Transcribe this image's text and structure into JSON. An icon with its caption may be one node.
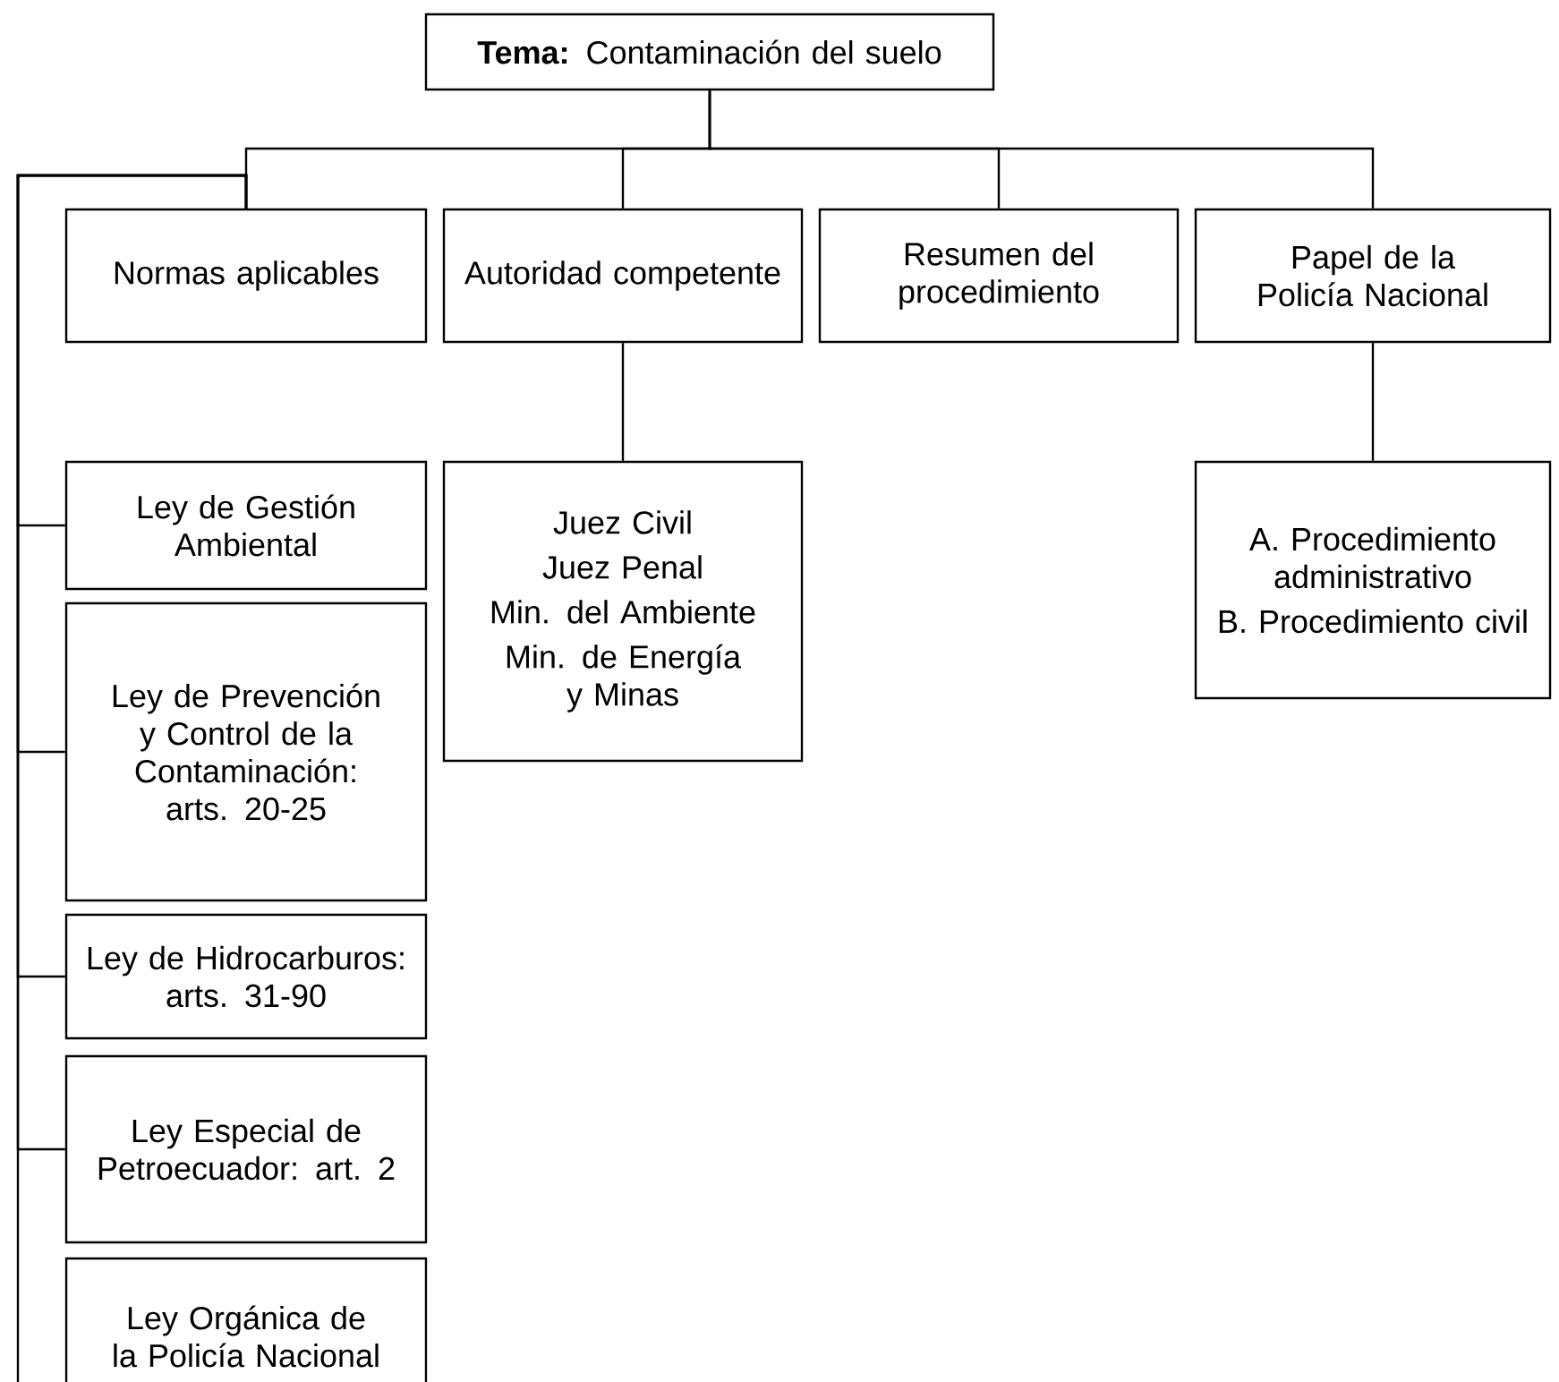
{
  "diagram": {
    "nodes": [
      {
        "text": [
          "**Tema:** Contaminación del suelo"
        ]
      },
      {
        "text": [
          "Normas aplicables"
        ]
      },
      {
        "text": [
          "Autoridad competente"
        ]
      },
      {
        "text": [
          "Resumen del procedimiento"
        ]
      },
      {
        "text": [
          "Papel de la Policía Nacional"
        ]
      },
      {
        "text": [
          "Ley de Gestión Ambiental"
        ]
      },
      {
        "text": [
          "Ley de Prevención y Control de la Contaminación: arts. 20-25"
        ]
      },
      {
        "text": [
          "Ley de Hidrocarburos: arts. 31-90"
        ]
      },
      {
        "text": [
          "Ley Especial de Petroecuador: art. 2"
        ]
      },
      {
        "text": [
          "Ley Orgánica de la Policía Nacional"
        ]
      },
      {
        "text": [
          "Juez Civil",
          "Juez Penal",
          "Min. del Ambiente",
          "Min. de Energía y Minas"
        ]
      },
      {
        "text": [
          "A. Procedimiento administrativo",
          "B. Procedimiento civil"
        ]
      }
    ],
    "edges": [
      {
        "from": 0,
        "to": 1,
        "arrow": "none"
      },
      {
        "from": 0,
        "to": 2,
        "arrow": "none"
      },
      {
        "from": 0,
        "to": 3,
        "arrow": "none"
      },
      {
        "from": 0,
        "to": 4,
        "arrow": "none"
      },
      {
        "from": 1,
        "to": 5,
        "arrow": "none"
      },
      {
        "from": 1,
        "to": 6,
        "arrow": "none"
      },
      {
        "from": 1,
        "to": 7,
        "arrow": "none"
      },
      {
        "from": 1,
        "to": 8,
        "arrow": "none"
      },
      {
        "from": 1,
        "to": 9,
        "arrow": "none"
      },
      {
        "from": 2,
        "to": 10,
        "arrow": "none"
      },
      {
        "from": 4,
        "to": 11,
        "arrow": "none"
      }
    ]
  }
}
